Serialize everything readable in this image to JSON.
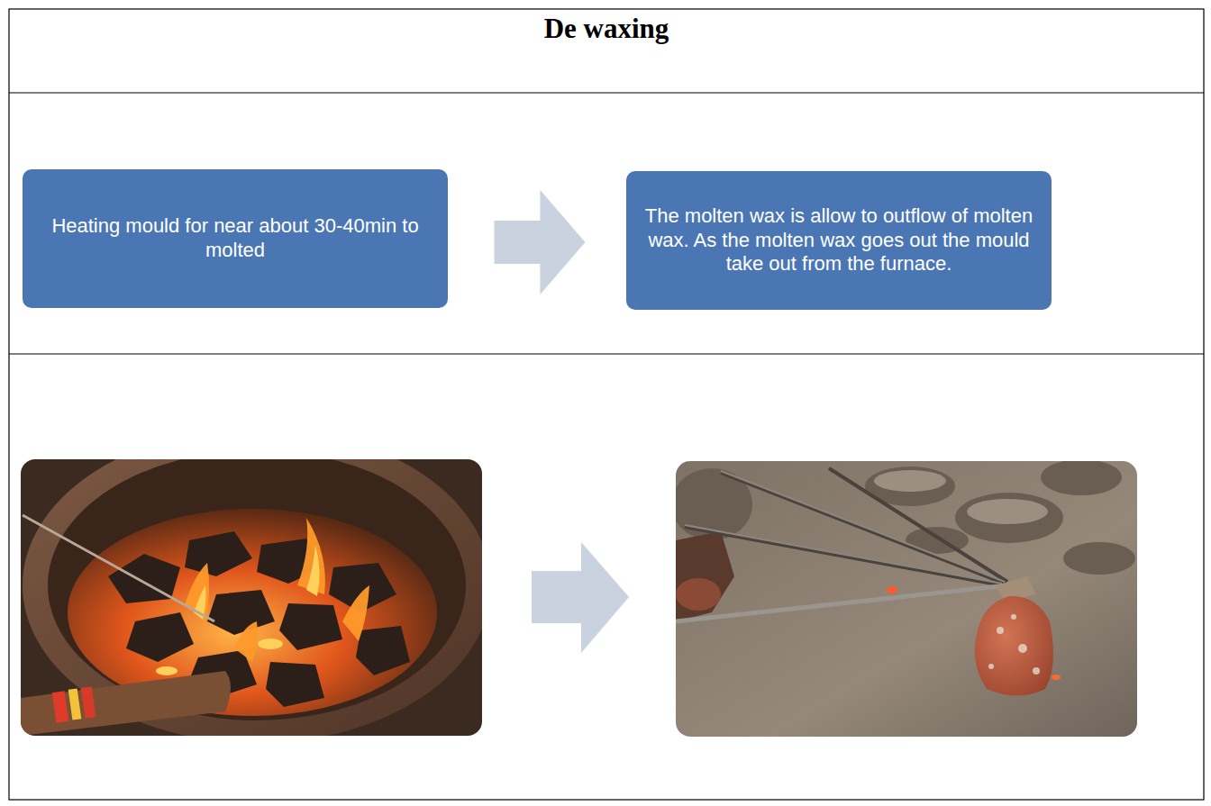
{
  "diagram": {
    "title": "De waxing",
    "nodes": [
      {
        "text": [
          "Heating mould for near about 30-40min to molted"
        ]
      },
      {
        "text": [
          "The molten wax is allow to outflow of molten wax. As the molten wax goes out the mould take out from the furnace."
        ]
      }
    ],
    "edges": [
      {
        "from": 0,
        "to": 1,
        "arrow": "to"
      }
    ]
  }
}
